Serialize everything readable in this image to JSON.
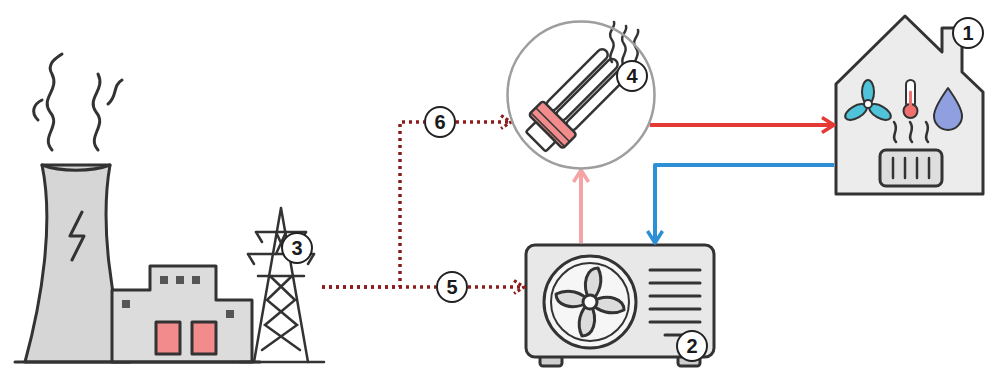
{
  "diagram": {
    "nodes": [
      {
        "text": [
          "1"
        ]
      },
      {
        "text": [
          "2"
        ]
      },
      {
        "text": [
          "3"
        ]
      },
      {
        "text": [
          "4"
        ]
      },
      {
        "text": [
          "5"
        ]
      },
      {
        "text": [
          "6"
        ]
      }
    ],
    "edges": [
      {
        "from": 2,
        "to": 4,
        "arrow": "none"
      },
      {
        "from": 4,
        "to": 1,
        "arrow": "to"
      },
      {
        "from": 2,
        "to": 5,
        "arrow": "none"
      },
      {
        "from": 5,
        "to": 3,
        "arrow": "to"
      },
      {
        "from": 1,
        "to": 3,
        "arrow": "to"
      },
      {
        "from": 3,
        "to": 0,
        "arrow": "to"
      },
      {
        "from": 0,
        "to": 1,
        "arrow": "to"
      }
    ]
  }
}
